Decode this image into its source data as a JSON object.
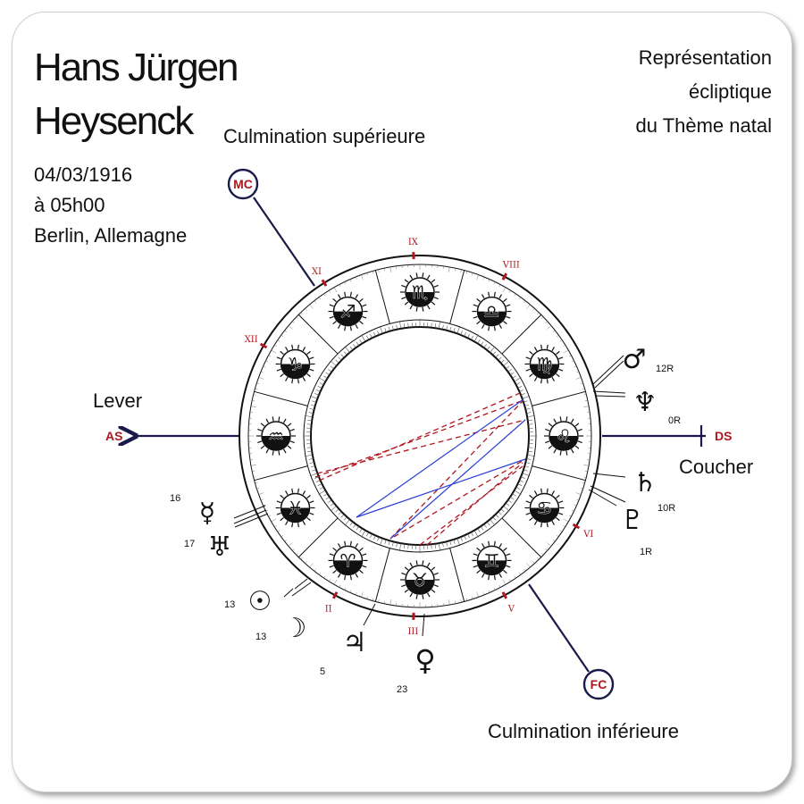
{
  "person": {
    "name_line1": "Hans Jürgen",
    "name_line2": "Heysenck",
    "date": "04/03/1916",
    "time": "à 05h00",
    "place": "Berlin, Allemagne"
  },
  "title": {
    "line1": "Représentation",
    "line2": "écliptique",
    "line3": "du Thème natal"
  },
  "angles": {
    "culm_sup": "Culmination supérieure",
    "culm_inf": "Culmination inférieure",
    "lever": "Lever",
    "coucher": "Coucher",
    "as": "AS",
    "ds": "DS",
    "mc": "MC",
    "fc": "FC"
  },
  "houses": [
    "IX",
    "VIII",
    "VI",
    "V",
    "III",
    "II",
    "XII",
    "XI"
  ],
  "signs": [
    {
      "name": "libra",
      "symbol": "♎"
    },
    {
      "name": "virgo",
      "symbol": "♍"
    },
    {
      "name": "leo",
      "symbol": "♌"
    },
    {
      "name": "cancer",
      "symbol": "♋"
    },
    {
      "name": "gemini",
      "symbol": "♊"
    },
    {
      "name": "taurus",
      "symbol": "♉"
    },
    {
      "name": "aries",
      "symbol": "♈"
    },
    {
      "name": "pisces",
      "symbol": "♓"
    },
    {
      "name": "aquarius",
      "symbol": "♒"
    },
    {
      "name": "capricorn",
      "symbol": "♑"
    },
    {
      "name": "sagittarius",
      "symbol": "♐"
    },
    {
      "name": "scorpio",
      "symbol": "♏"
    }
  ],
  "planets": [
    {
      "name": "mars",
      "symbol": "♂",
      "degree": "12R"
    },
    {
      "name": "neptune",
      "symbol": "♆",
      "degree": "0R"
    },
    {
      "name": "saturn",
      "symbol": "♄",
      "degree": "10R"
    },
    {
      "name": "pluto",
      "symbol": "♇",
      "degree": "1R"
    },
    {
      "name": "venus",
      "symbol": "♀",
      "degree": "23"
    },
    {
      "name": "jupiter",
      "symbol": "♃",
      "degree": "5"
    },
    {
      "name": "moon",
      "symbol": "☽",
      "degree": "13"
    },
    {
      "name": "sun",
      "symbol": "☉",
      "degree": "13"
    },
    {
      "name": "uranus",
      "symbol": "♅",
      "degree": "17"
    },
    {
      "name": "mercury",
      "symbol": "☿",
      "degree": "16"
    }
  ],
  "colors": {
    "axis": "#1a1a4a",
    "accent_red": "#b0171f",
    "aspect_blue": "#2a3fd6",
    "aspect_red": "#b0171f"
  }
}
